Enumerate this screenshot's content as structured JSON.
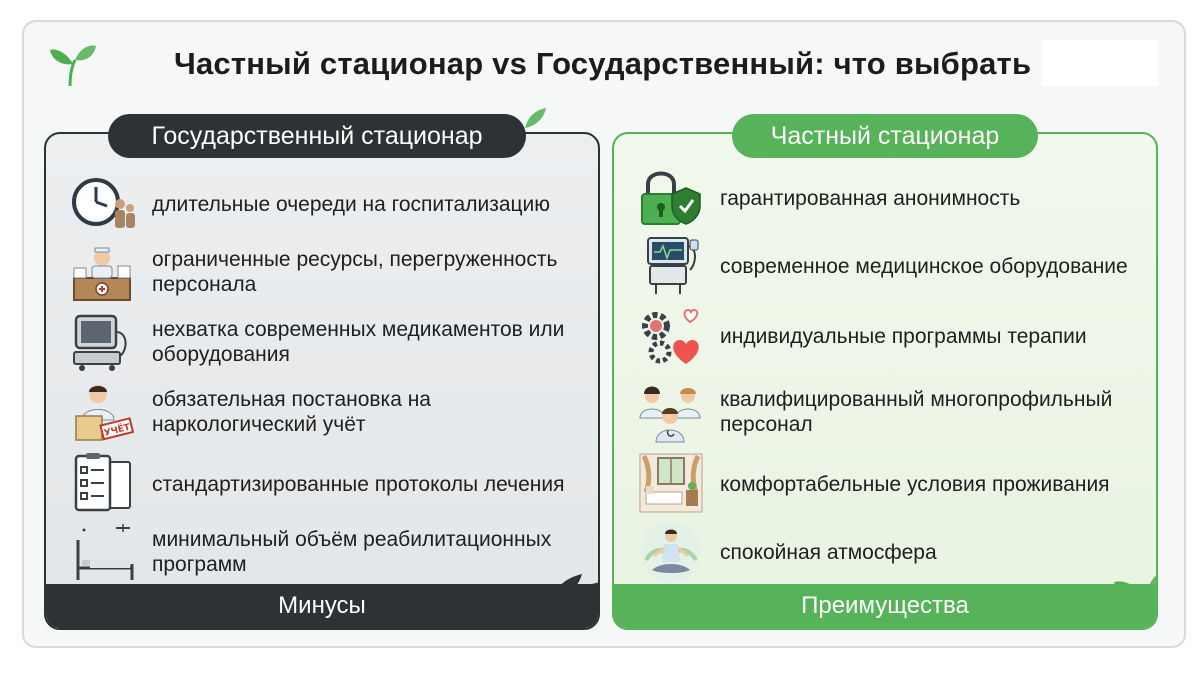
{
  "title": "Частный стационар vs Государственный: что выбрать",
  "government": {
    "header": "Государственный стационар",
    "footer": "Минусы",
    "items": [
      {
        "text": "длительные очереди на госпитализацию",
        "icon": "clock-queue-icon"
      },
      {
        "text": "ограниченные ресурсы, перегруженность персонала",
        "icon": "overloaded-doctor-icon"
      },
      {
        "text": "нехватка современных медикаментов или оборудования",
        "icon": "old-equipment-icon"
      },
      {
        "text": "обязательная постановка на наркологический учёт",
        "icon": "registry-stamp-icon"
      },
      {
        "text": "стандартизированные протоколы лечения",
        "icon": "protocol-checklist-icon"
      },
      {
        "text": "минимальный объём реабилитационных программ",
        "icon": "hospital-bed-icon"
      }
    ],
    "stamp_text": "УЧЁТ"
  },
  "private": {
    "header": "Частный стационар",
    "footer": "Преимущества",
    "items": [
      {
        "text": "гарантированная анонимность",
        "icon": "lock-shield-icon"
      },
      {
        "text": "современное медицинское оборудование",
        "icon": "medical-monitor-icon"
      },
      {
        "text": "индивидуальные программы терапии",
        "icon": "gears-heart-icon"
      },
      {
        "text": "квалифицированный многопрофильный персонал",
        "icon": "medical-team-icon"
      },
      {
        "text": "комфортабельные условия проживания",
        "icon": "comfortable-room-icon"
      },
      {
        "text": "спокойная атмосфера",
        "icon": "meditation-icon"
      }
    ]
  },
  "colors": {
    "dark": "#2d3335",
    "green": "#56b35a",
    "leaf": "#4caf50"
  }
}
